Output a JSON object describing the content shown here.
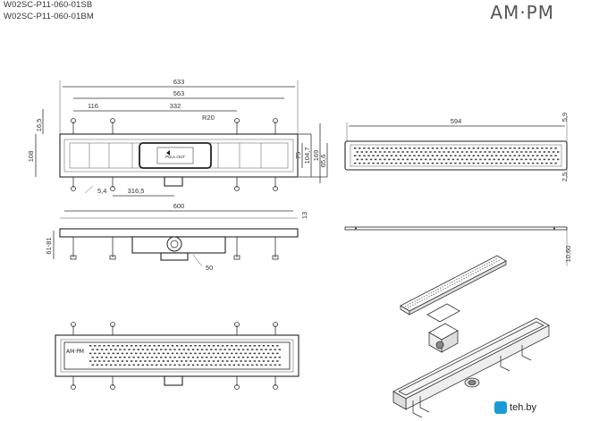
{
  "header": {
    "model_1": "W02SC-P11-060-01SB",
    "model_2": "W02SC-P11-060-01BM",
    "brand": "AM·PM"
  },
  "dimensions": {
    "d633": "633",
    "d563": "563",
    "d116": "116",
    "d332": "332",
    "r20": "R20",
    "d16_5": "16,5",
    "d108": "108",
    "d75": "75",
    "d104_7": "104,7",
    "d169": "169",
    "d65_6": "65,6",
    "d5_4": "5,4",
    "d316_5": "316,5",
    "d600": "600",
    "d13": "13",
    "d61_81": "61-81",
    "d50": "50",
    "d594": "594",
    "d5_9": "5,9",
    "d2_5": "2,5",
    "d10_60": "10,60"
  },
  "labels": {
    "cover_logo": "AM·PM",
    "pull_out": "PULL OUT"
  },
  "watermark": {
    "text": "teh.by"
  }
}
